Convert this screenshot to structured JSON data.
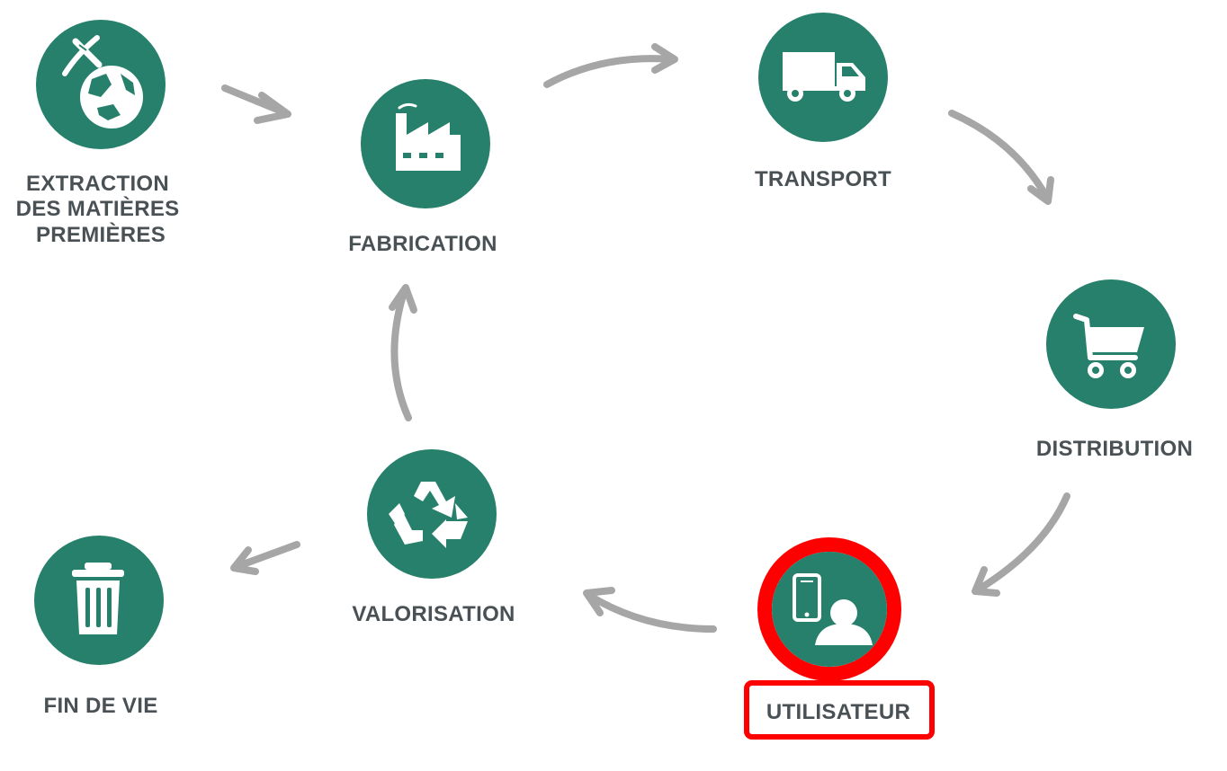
{
  "steps": {
    "extraction": {
      "lines": [
        "EXTRACTION",
        "DES MATIÈRES",
        "PREMIÈRES"
      ],
      "icon": "pickaxe-globe-icon"
    },
    "fabrication": {
      "label": "FABRICATION",
      "icon": "factory-icon"
    },
    "transport": {
      "label": "TRANSPORT",
      "icon": "truck-icon"
    },
    "distribution": {
      "label": "DISTRIBUTION",
      "icon": "shopping-cart-icon"
    },
    "utilisateur": {
      "label": "UTILISATEUR",
      "icon": "user-phone-icon",
      "highlighted": true
    },
    "valorisation": {
      "label": "VALORISATION",
      "icon": "recycle-icon"
    },
    "fin_de_vie": {
      "label": "FIN DE VIE",
      "icon": "trash-bin-icon"
    }
  },
  "colors": {
    "node_fill": "#26806b",
    "arrow": "#a6a6a6",
    "label_text": "#4a5155",
    "highlight": "#ff0000"
  }
}
